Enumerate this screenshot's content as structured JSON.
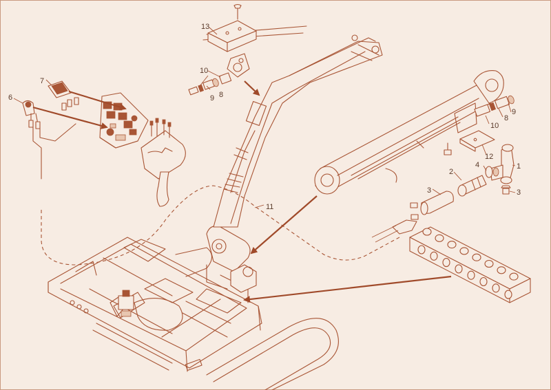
{
  "diagram": {
    "callouts": [
      "1",
      "2",
      "3",
      "3",
      "4",
      "6",
      "7",
      "8",
      "8",
      "9",
      "9",
      "10",
      "10",
      "11",
      "12",
      "13"
    ]
  },
  "colors": {
    "background": "#f7ece3",
    "line": "#a85535",
    "arrow": "#a04a2a",
    "label": "#5a3a2a"
  }
}
